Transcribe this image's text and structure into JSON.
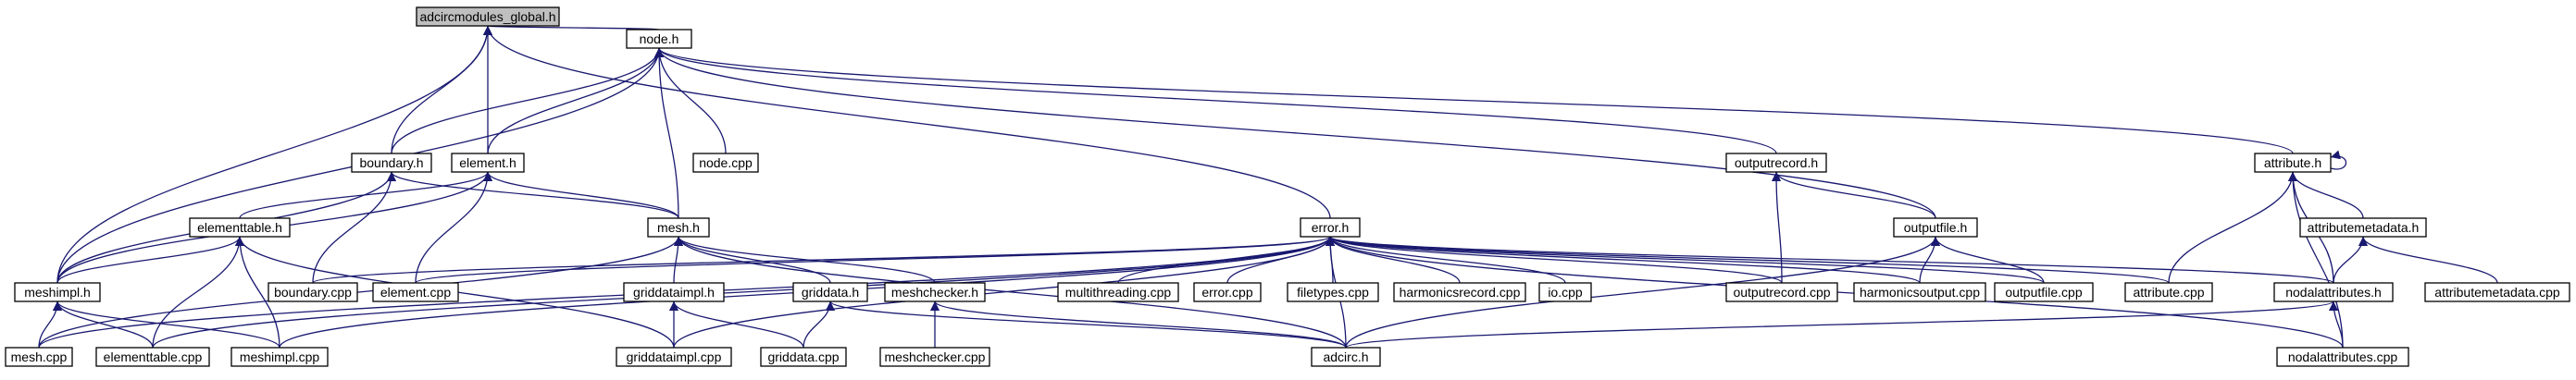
{
  "graph_title": "",
  "colors": {
    "edge": "#191970",
    "node_border": "#000000",
    "root_fill": "#bfbfbf",
    "node_fill": "#ffffff"
  },
  "nodes": {
    "adcircmodules_global_h": "adcircmodules_global.h",
    "node_h": "node.h",
    "boundary_h": "boundary.h",
    "element_h": "element.h",
    "node_cpp": "node.cpp",
    "outputrecord_h": "outputrecord.h",
    "attribute_h": "attribute.h",
    "elementtable_h": "elementtable.h",
    "mesh_h": "mesh.h",
    "error_h": "error.h",
    "outputfile_h": "outputfile.h",
    "attributemetadata_h": "attributemetadata.h",
    "meshimpl_h": "meshimpl.h",
    "boundary_cpp": "boundary.cpp",
    "element_cpp": "element.cpp",
    "griddataimpl_h": "griddataimpl.h",
    "griddata_h": "griddata.h",
    "meshchecker_h": "meshchecker.h",
    "multithreading_cpp": "multithreading.cpp",
    "error_cpp": "error.cpp",
    "filetypes_cpp": "filetypes.cpp",
    "harmonicsrecord_cpp": "harmonicsrecord.cpp",
    "io_cpp": "io.cpp",
    "outputrecord_cpp": "outputrecord.cpp",
    "harmonicsoutput_cpp": "harmonicsoutput.cpp",
    "outputfile_cpp": "outputfile.cpp",
    "attribute_cpp": "attribute.cpp",
    "nodalattributes_h": "nodalattributes.h",
    "attributemetadata_cpp": "attributemetadata.cpp",
    "mesh_cpp": "mesh.cpp",
    "elementtable_cpp": "elementtable.cpp",
    "meshimpl_cpp": "meshimpl.cpp",
    "griddataimpl_cpp": "griddataimpl.cpp",
    "griddata_cpp": "griddata.cpp",
    "meshchecker_cpp": "meshchecker.cpp",
    "adcirc_h": "adcirc.h",
    "nodalattributes_cpp": "nodalattributes.cpp"
  },
  "edges": [
    [
      "node_h",
      "adcircmodules_global_h"
    ],
    [
      "boundary_h",
      "adcircmodules_global_h"
    ],
    [
      "element_h",
      "adcircmodules_global_h"
    ],
    [
      "meshimpl_h",
      "adcircmodules_global_h"
    ],
    [
      "error_h",
      "adcircmodules_global_h"
    ],
    [
      "boundary_h",
      "node_h"
    ],
    [
      "element_h",
      "node_h"
    ],
    [
      "node_cpp",
      "node_h"
    ],
    [
      "mesh_h",
      "node_h"
    ],
    [
      "meshimpl_h",
      "node_h"
    ],
    [
      "outputrecord_h",
      "node_h"
    ],
    [
      "attribute_h",
      "node_h"
    ],
    [
      "outputfile_h",
      "node_h"
    ],
    [
      "mesh_h",
      "boundary_h"
    ],
    [
      "meshimpl_h",
      "boundary_h"
    ],
    [
      "boundary_cpp",
      "boundary_h"
    ],
    [
      "mesh_h",
      "element_h"
    ],
    [
      "elementtable_h",
      "element_h"
    ],
    [
      "meshimpl_h",
      "element_h"
    ],
    [
      "element_cpp",
      "element_h"
    ],
    [
      "meshimpl_h",
      "elementtable_h"
    ],
    [
      "elementtable_cpp",
      "elementtable_h"
    ],
    [
      "meshimpl_cpp",
      "elementtable_h"
    ],
    [
      "griddataimpl_cpp",
      "elementtable_h"
    ],
    [
      "griddataimpl_h",
      "mesh_h"
    ],
    [
      "griddata_h",
      "mesh_h"
    ],
    [
      "meshchecker_h",
      "mesh_h"
    ],
    [
      "adcirc_h",
      "mesh_h"
    ],
    [
      "mesh_cpp",
      "mesh_h"
    ],
    [
      "mesh_cpp",
      "meshimpl_h"
    ],
    [
      "elementtable_cpp",
      "meshimpl_h"
    ],
    [
      "meshimpl_cpp",
      "meshimpl_h"
    ],
    [
      "griddataimpl_cpp",
      "griddataimpl_h"
    ],
    [
      "griddata_cpp",
      "griddataimpl_h"
    ],
    [
      "griddata_cpp",
      "griddata_h"
    ],
    [
      "adcirc_h",
      "griddata_h"
    ],
    [
      "meshchecker_cpp",
      "meshchecker_h"
    ],
    [
      "adcirc_h",
      "meshchecker_h"
    ],
    [
      "outputfile_h",
      "outputrecord_h"
    ],
    [
      "outputrecord_cpp",
      "outputrecord_h"
    ],
    [
      "harmonicsoutput_cpp",
      "outputfile_h"
    ],
    [
      "outputfile_cpp",
      "outputfile_h"
    ],
    [
      "adcirc_h",
      "outputfile_h"
    ],
    [
      "attribute_h",
      "attribute_h"
    ],
    [
      "attributemetadata_h",
      "attribute_h"
    ],
    [
      "attribute_cpp",
      "attribute_h"
    ],
    [
      "nodalattributes_h",
      "attribute_h"
    ],
    [
      "nodalattributes_cpp",
      "attribute_h"
    ],
    [
      "nodalattributes_h",
      "attributemetadata_h"
    ],
    [
      "attributemetadata_cpp",
      "attributemetadata_h"
    ],
    [
      "adcirc_h",
      "nodalattributes_h"
    ],
    [
      "nodalattributes_cpp",
      "nodalattributes_h"
    ],
    [
      "boundary_cpp",
      "error_h"
    ],
    [
      "element_cpp",
      "error_h"
    ],
    [
      "multithreading_cpp",
      "error_h"
    ],
    [
      "error_cpp",
      "error_h"
    ],
    [
      "filetypes_cpp",
      "error_h"
    ],
    [
      "harmonicsrecord_cpp",
      "error_h"
    ],
    [
      "io_cpp",
      "error_h"
    ],
    [
      "outputrecord_cpp",
      "error_h"
    ],
    [
      "harmonicsoutput_cpp",
      "error_h"
    ],
    [
      "outputfile_cpp",
      "error_h"
    ],
    [
      "attribute_cpp",
      "error_h"
    ],
    [
      "nodalattributes_h",
      "error_h"
    ],
    [
      "mesh_cpp",
      "error_h"
    ],
    [
      "elementtable_cpp",
      "error_h"
    ],
    [
      "meshimpl_cpp",
      "error_h"
    ],
    [
      "griddataimpl_cpp",
      "error_h"
    ],
    [
      "adcirc_h",
      "error_h"
    ],
    [
      "nodalattributes_cpp",
      "error_h"
    ]
  ]
}
